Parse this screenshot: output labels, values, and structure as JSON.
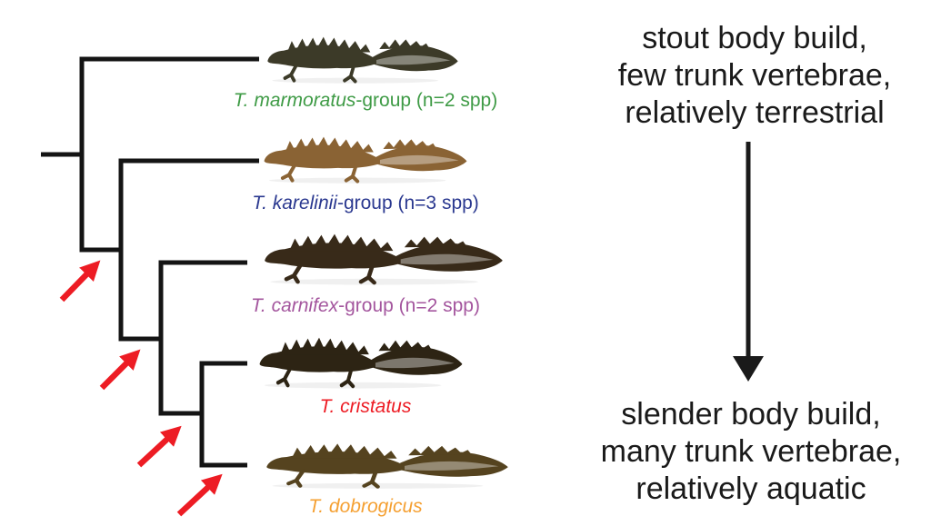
{
  "figure": {
    "background_color": "#ffffff",
    "tree_line_color": "#141414",
    "node_arrow_color": "#ed1c24",
    "node_arrow_count": 4
  },
  "taxa": [
    {
      "name": "T. marmoratus",
      "suffix": "-group (n=2 spp)",
      "label_color": "#3f9b46",
      "photo": "marbled-newt"
    },
    {
      "name": "T. karelinii",
      "suffix": "-group (n=3 spp)",
      "label_color": "#2b3990",
      "photo": "spotted-tan-newt"
    },
    {
      "name": "T. carnifex",
      "suffix": "-group (n=2 spp)",
      "label_color": "#a4569e",
      "photo": "dark-brown-newt"
    },
    {
      "name": "T. cristatus",
      "suffix": "",
      "label_color": "#ed1c24",
      "photo": "dark-crested-newt"
    },
    {
      "name": "T. dobrogicus",
      "suffix": "",
      "label_color": "#f5a032",
      "photo": "slender-olive-newt"
    }
  ],
  "gradient_annotation": {
    "text_color": "#1a1a1a",
    "top_lines": [
      "stout body build,",
      "few trunk vertebrae,",
      "relatively terrestrial"
    ],
    "bottom_lines": [
      "slender body build,",
      "many trunk vertebrae,",
      "relatively aquatic"
    ]
  }
}
